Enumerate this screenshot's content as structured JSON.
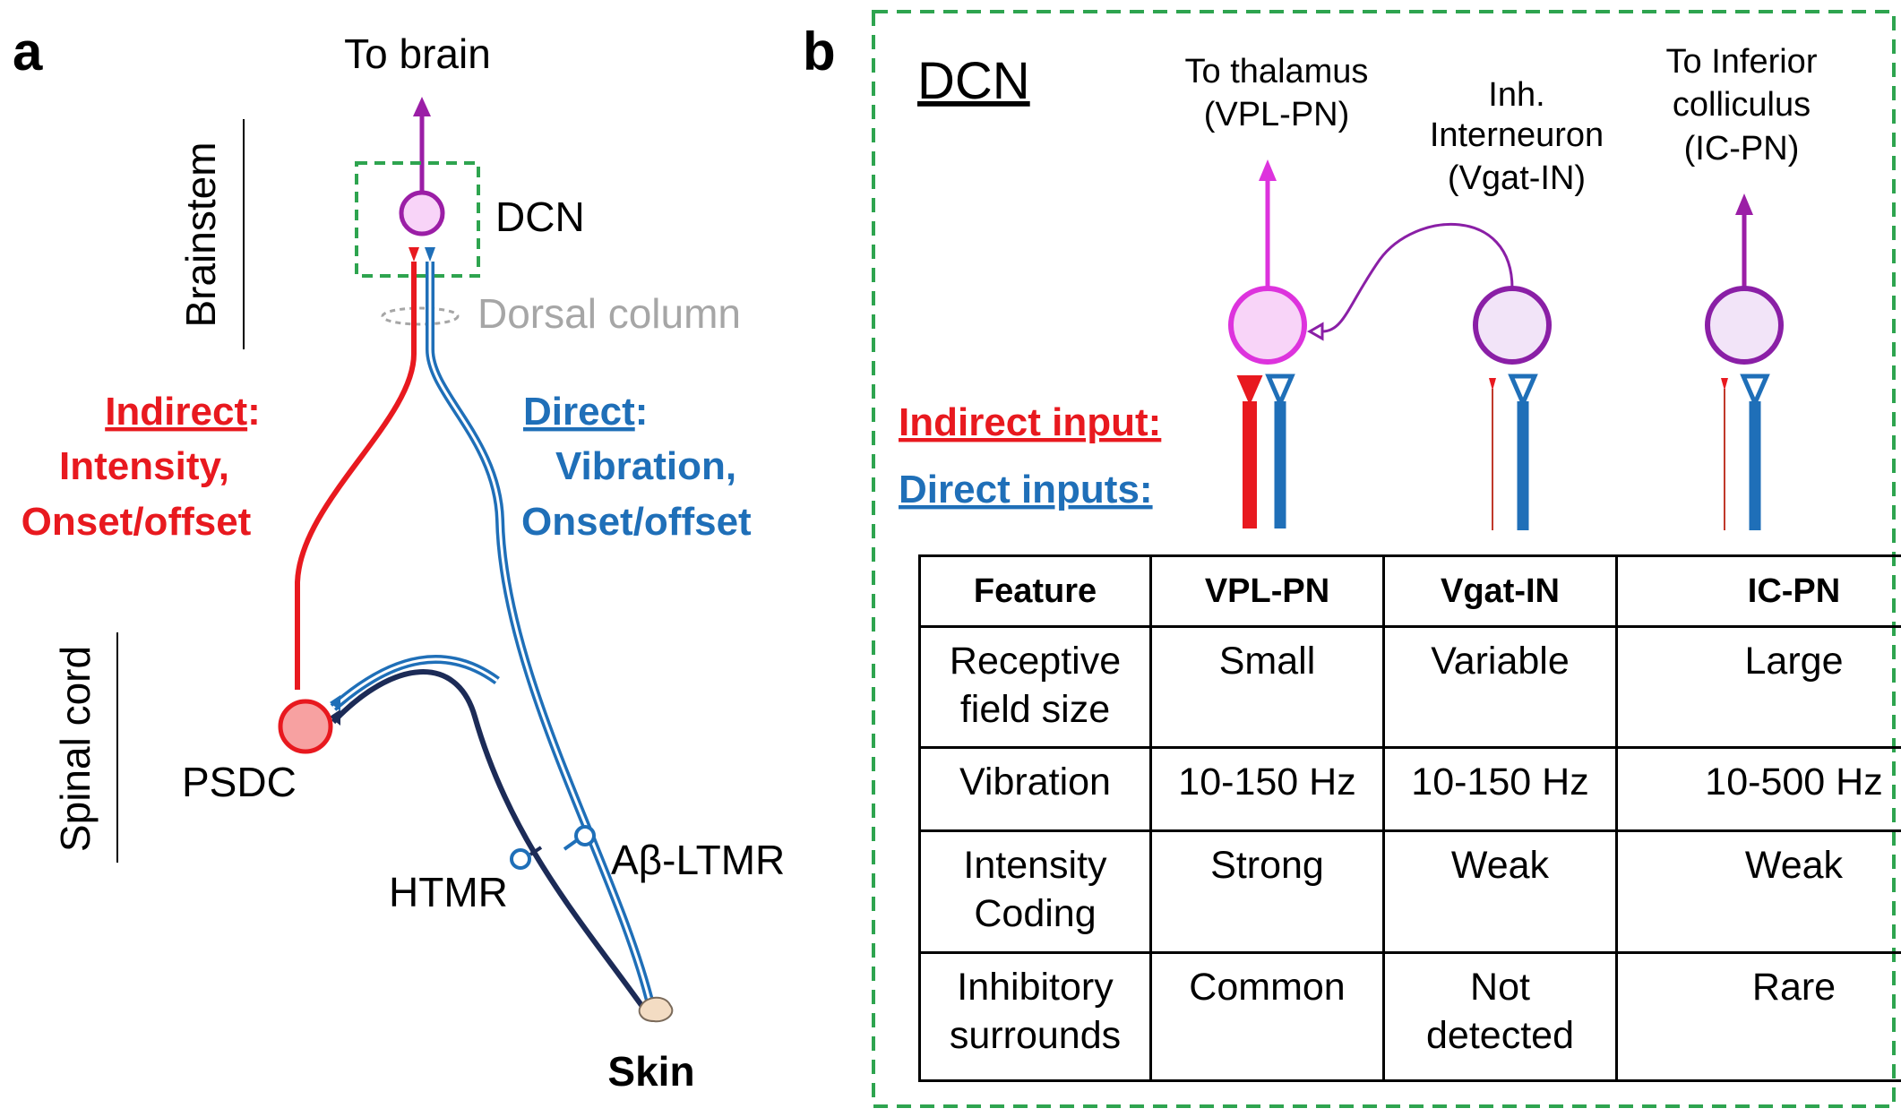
{
  "panel_a": {
    "letter": "a",
    "to_brain": "To brain",
    "dcn": "DCN",
    "brainstem": "Brainstem",
    "dorsal_column": "Dorsal column",
    "indirect_title": "Indirect",
    "indirect_colon": ":",
    "indirect_line1": "Intensity,",
    "indirect_line2": "Onset/offset",
    "direct_title": "Direct",
    "direct_colon": ":",
    "direct_line1": "Vibration,",
    "direct_line2": "Onset/offset",
    "spinal_cord": "Spinal cord",
    "psdc": "PSDC",
    "htmr": "HTMR",
    "abeta_ltmr": "Aβ-LTMR",
    "skin": "Skin"
  },
  "panel_b": {
    "letter": "b",
    "dcn_title": "DCN",
    "vpl_label_line1": "To thalamus",
    "vpl_label_line2": "(VPL-PN)",
    "inh_label_line1": "Inh.",
    "inh_label_line2": "Interneuron",
    "inh_label_line3": "(Vgat-IN)",
    "ic_label_line1": "To Inferior",
    "ic_label_line2": "colliculus",
    "ic_label_line3": "(IC-PN)",
    "indirect_input": "Indirect input:",
    "direct_inputs": "Direct inputs:"
  },
  "table": {
    "headers": [
      "Feature",
      "VPL-PN",
      "Vgat-IN",
      "IC-PN"
    ],
    "rows": [
      {
        "feature_line1": "Receptive",
        "feature_line2": "field size",
        "vpl": "Small",
        "vgat_line1": "Variable",
        "vgat_line2": "",
        "ic": "Large"
      },
      {
        "feature_line1": "Vibration",
        "feature_line2": "",
        "vpl": "10-150 Hz",
        "vgat_line1": "10-150 Hz",
        "vgat_line2": "",
        "ic": "10-500 Hz"
      },
      {
        "feature_line1": "Intensity",
        "feature_line2": "Coding",
        "vpl": "Strong",
        "vgat_line1": "Weak",
        "vgat_line2": "",
        "ic": "Weak"
      },
      {
        "feature_line1": "Inhibitory",
        "feature_line2": "surrounds",
        "vpl": "Common",
        "vgat_line1": "Not",
        "vgat_line2": "detected",
        "ic": "Rare"
      }
    ]
  },
  "colors": {
    "indirect_red": "#e8191f",
    "direct_blue": "#1f6fb8",
    "htmr_navy": "#1c2b57",
    "magenta": "#dd33dd",
    "purple": "#8a1fa6",
    "dashed_green": "#2ea44f",
    "dorsal_column_gray": "#a6a6a6"
  }
}
